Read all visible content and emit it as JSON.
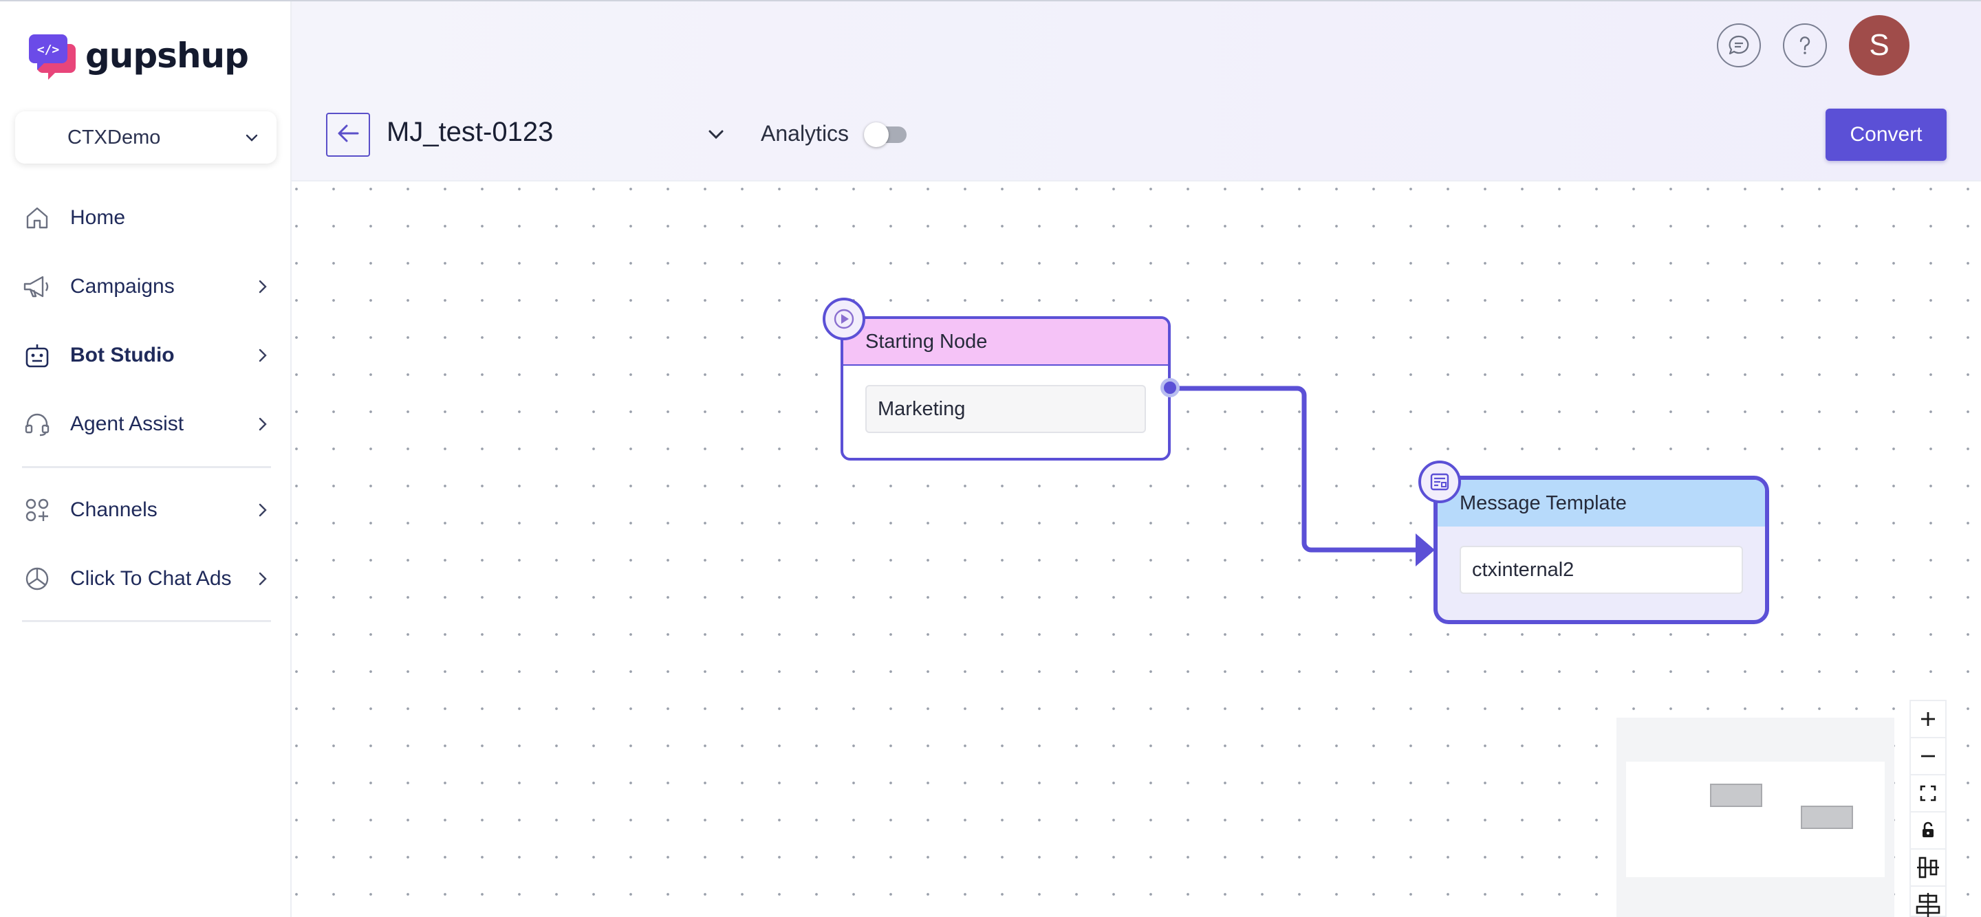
{
  "brand": {
    "name": "gupshup",
    "accent": "#5b50d6",
    "logo_colors": [
      "#6b4be8",
      "#e8457a"
    ]
  },
  "workspace": {
    "selected": "CTXDemo"
  },
  "sidebar": {
    "items": [
      {
        "label": "Home",
        "icon": "home-icon",
        "has_arrow": false
      },
      {
        "label": "Campaigns",
        "icon": "megaphone-icon",
        "has_arrow": true
      },
      {
        "label": "Bot Studio",
        "icon": "bot-icon",
        "has_arrow": true,
        "active": true
      },
      {
        "label": "Agent Assist",
        "icon": "headset-icon",
        "has_arrow": true
      },
      {
        "label": "Channels",
        "icon": "channels-grid-icon",
        "has_arrow": true
      },
      {
        "label": "Click To Chat Ads",
        "icon": "pie-chart-icon",
        "has_arrow": true
      }
    ]
  },
  "header": {
    "flow_name": "MJ_test-0123",
    "analytics_label": "Analytics",
    "analytics_enabled": false,
    "convert_label": "Convert",
    "avatar_initial": "S",
    "avatar_color": "#a04c4a",
    "icons": [
      "chat-icon",
      "help-icon"
    ]
  },
  "canvas": {
    "nodes": [
      {
        "id": "start",
        "title": "Starting Node",
        "value": "Marketing",
        "header_color": "#f5c3f7",
        "badge_icon": "play-icon"
      },
      {
        "id": "msg",
        "title": "Message Template",
        "value": "ctxinternal2",
        "header_color": "#b7dafb",
        "badge_icon": "template-icon"
      }
    ],
    "edge": {
      "from": "start",
      "to": "msg"
    },
    "controls": [
      "zoom-in-icon",
      "zoom-out-icon",
      "fit-view-icon",
      "lock-icon",
      "align-vertical-icon",
      "align-horizontal-icon"
    ]
  }
}
